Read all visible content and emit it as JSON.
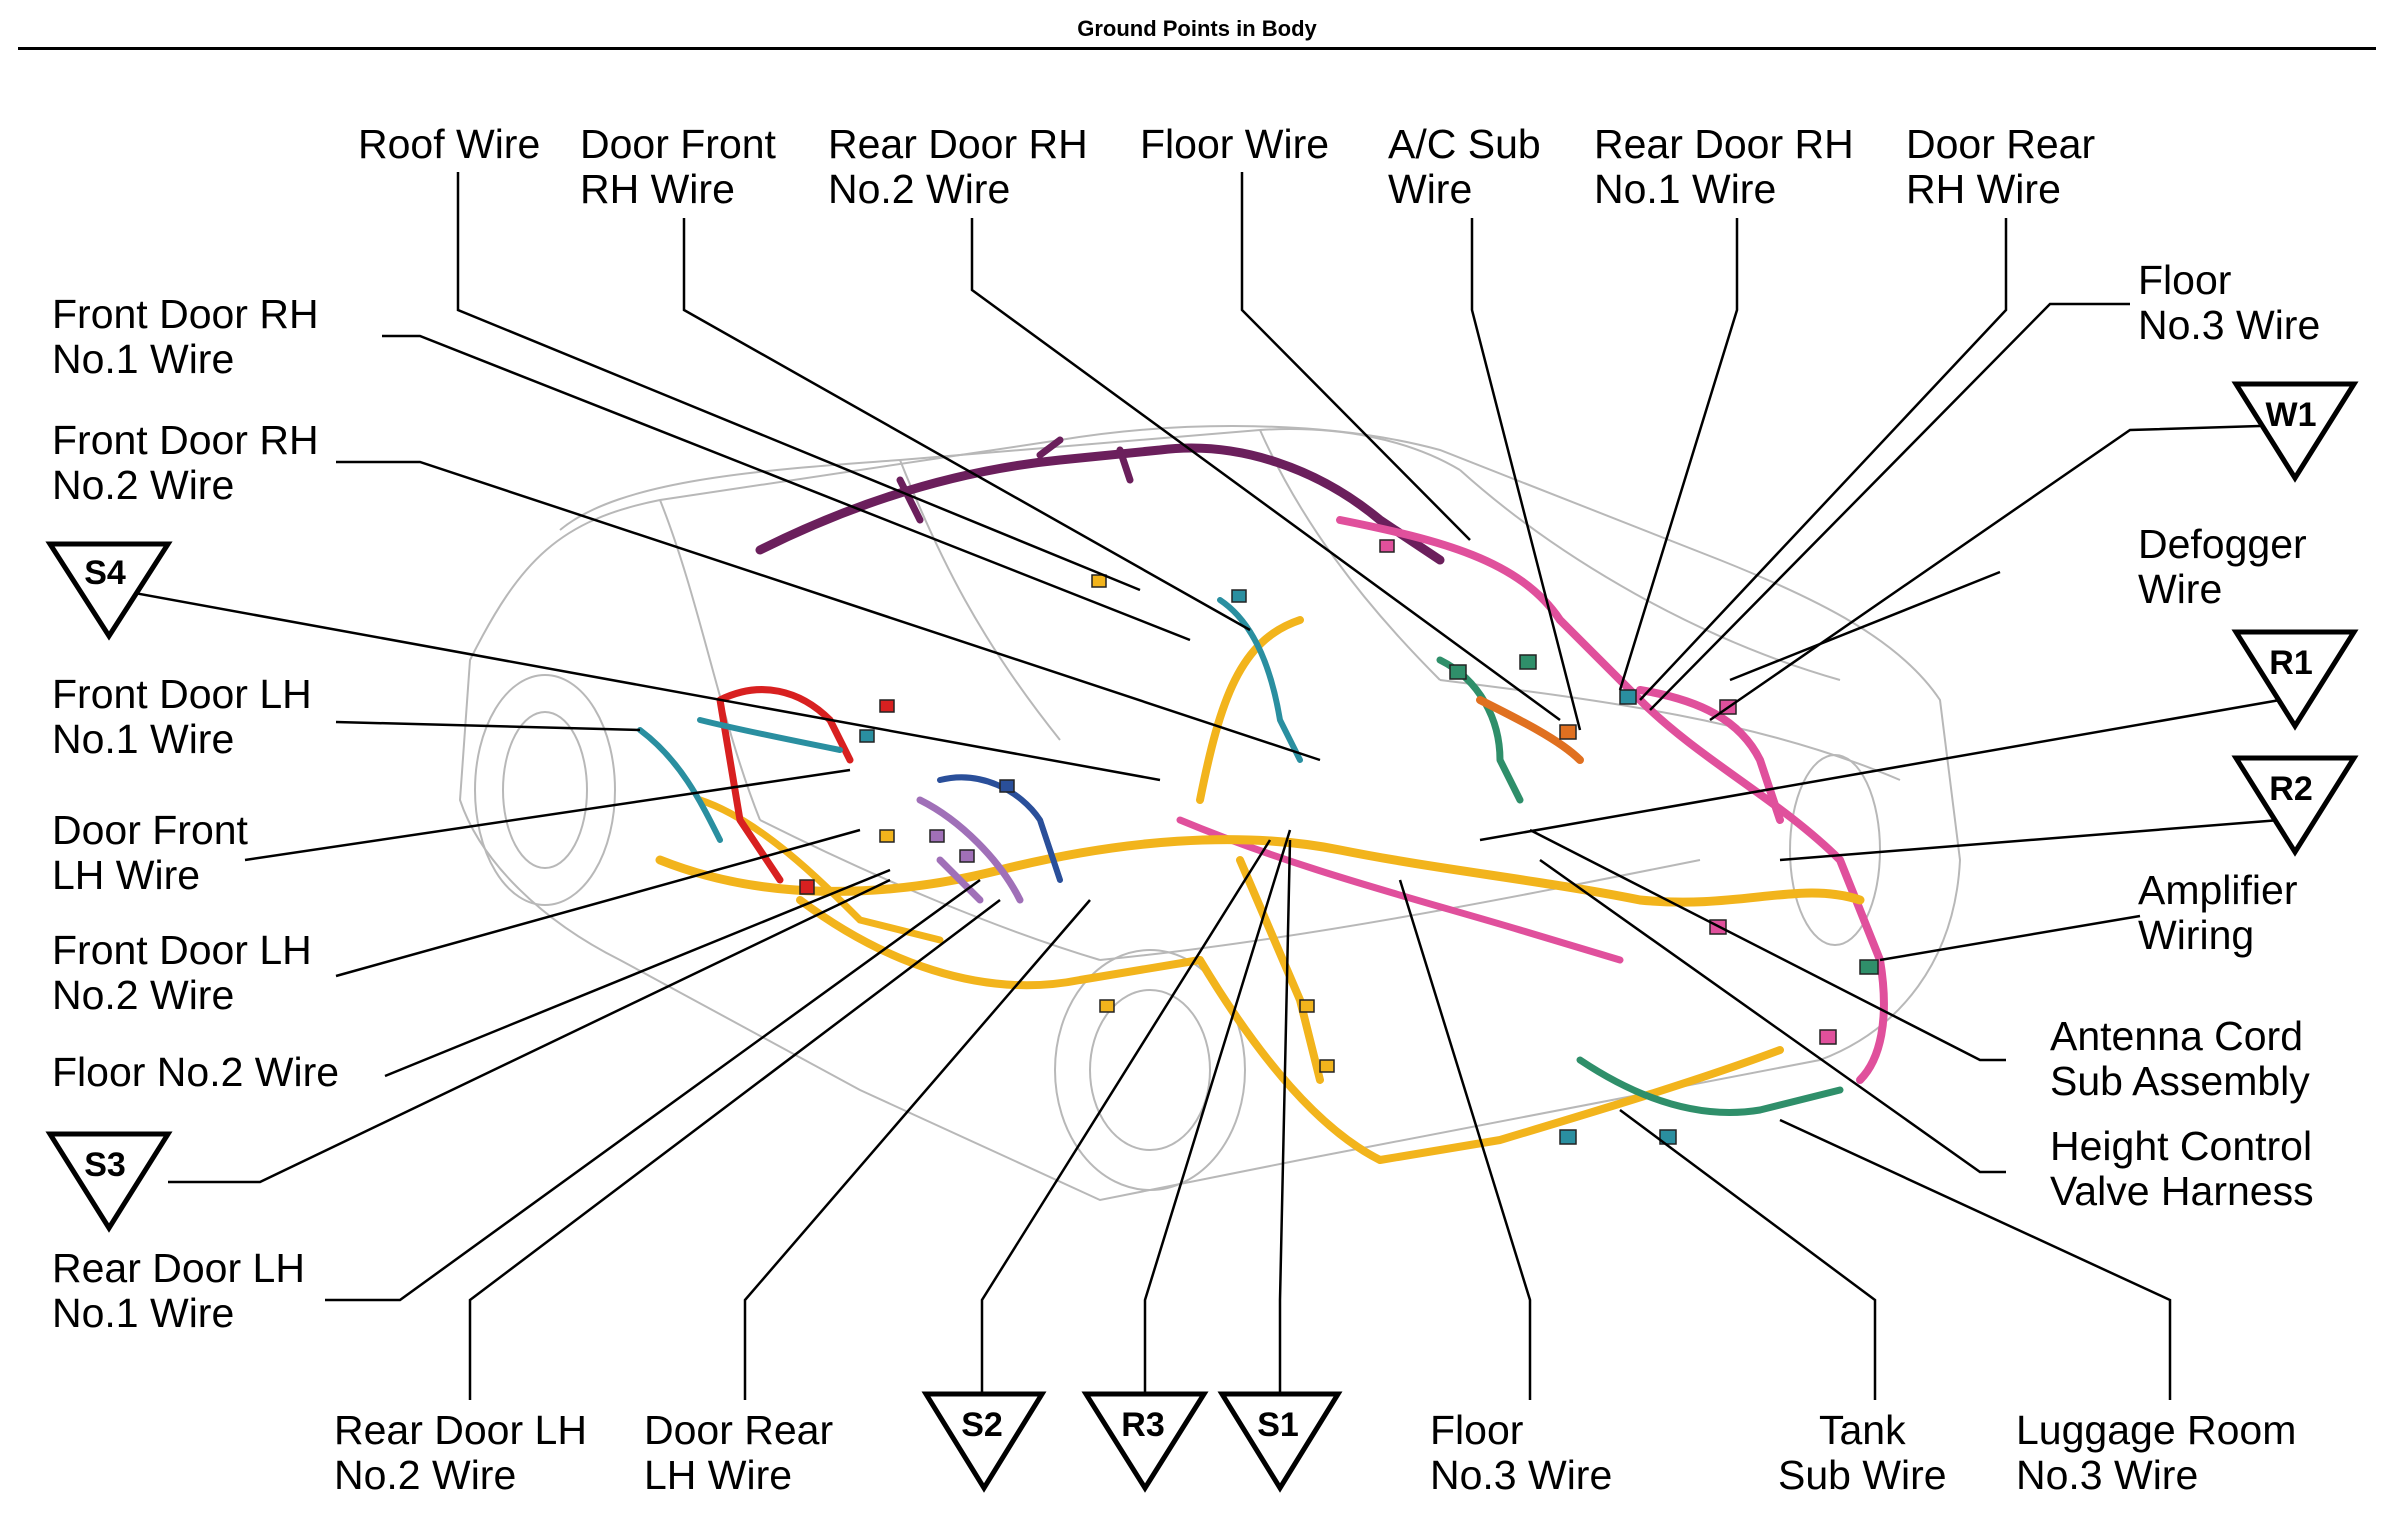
{
  "title": "Ground Points in Body",
  "labels": {
    "roof_wire": [
      "Roof Wire"
    ],
    "door_front_rh_wire": [
      "Door Front",
      "RH Wire"
    ],
    "rear_door_rh_no2_wire": [
      "Rear Door RH",
      "No.2 Wire"
    ],
    "floor_wire": [
      "Floor Wire"
    ],
    "ac_sub_wire": [
      "A/C Sub",
      "Wire"
    ],
    "rear_door_rh_no1_wire": [
      "Rear Door RH",
      "No.1 Wire"
    ],
    "door_rear_rh_wire": [
      "Door Rear",
      "RH Wire"
    ],
    "front_door_rh_no1_wire": [
      "Front Door RH",
      "No.1 Wire"
    ],
    "front_door_rh_no2_wire": [
      "Front Door RH",
      "No.2 Wire"
    ],
    "floor_no3_wire_top": [
      "Floor",
      "No.3 Wire"
    ],
    "defogger_wire": [
      "Defogger",
      "Wire"
    ],
    "front_door_lh_no1_wire": [
      "Front Door LH",
      "No.1 Wire"
    ],
    "door_front_lh_wire": [
      "Door Front",
      "LH Wire"
    ],
    "front_door_lh_no2_wire": [
      "Front Door LH",
      "No.2 Wire"
    ],
    "floor_no2_wire": [
      "Floor No.2 Wire"
    ],
    "amplifier_wiring": [
      "Amplifier",
      "Wiring"
    ],
    "antenna_cord_sub_assembly": [
      "Antenna Cord",
      "Sub Assembly"
    ],
    "height_control_valve_harness": [
      "Height Control",
      "Valve Harness"
    ],
    "rear_door_lh_no1_wire": [
      "Rear Door LH",
      "No.1 Wire"
    ],
    "rear_door_lh_no2_wire": [
      "Rear Door LH",
      "No.2 Wire"
    ],
    "door_rear_lh_wire": [
      "Door Rear",
      "LH Wire"
    ],
    "floor_no3_wire_bottom": [
      "Floor",
      "No.3 Wire"
    ],
    "tank_sub_wire": [
      "Tank",
      "Sub Wire"
    ],
    "luggage_room_no3_wire": [
      "Luggage Room",
      "No.3 Wire"
    ]
  },
  "ground_points": {
    "s1": "S1",
    "s2": "S2",
    "s3": "S3",
    "s4": "S4",
    "r1": "R1",
    "r2": "R2",
    "r3": "R3",
    "w1": "W1"
  },
  "colors": {
    "line": "#000000",
    "car_outline": "#b8b8b8",
    "harness_yellow": "#f2b41c",
    "harness_pink": "#e0509c",
    "harness_purple": "#6b1f5c",
    "harness_green": "#2f8f6a",
    "harness_red": "#d82020",
    "harness_teal": "#2a8fa0",
    "harness_lilac": "#a070b8",
    "harness_orange": "#e07020",
    "harness_blue": "#2a4f9a"
  }
}
